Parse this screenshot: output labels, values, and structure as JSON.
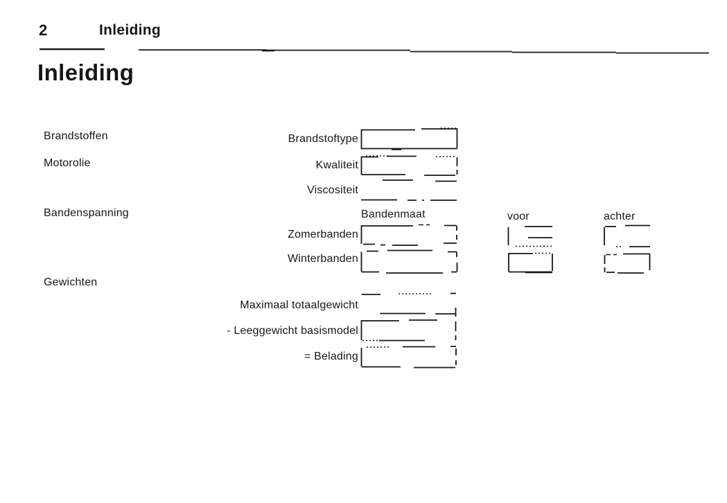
{
  "document": {
    "page_number": "2",
    "running_header": "Inleiding",
    "title": "Inleiding"
  },
  "form": {
    "sections": [
      {
        "label": "Brandstoffen"
      },
      {
        "label": "Motorolie"
      },
      {
        "label": "Bandenspanning"
      },
      {
        "label": "Gewichten"
      }
    ],
    "fields": [
      {
        "label": "Brandstoftype",
        "value": ""
      },
      {
        "label": "Kwaliteit",
        "value": ""
      },
      {
        "label": "Viscositeit",
        "value": ""
      },
      {
        "label": "Zomerbanden",
        "bandenmaat": "",
        "voor": "",
        "achter": ""
      },
      {
        "label": "Winterbanden",
        "bandenmaat": "",
        "voor": "",
        "achter": ""
      },
      {
        "label": "Maximaal totaalgewicht",
        "value": ""
      },
      {
        "label": "- Leeggewicht basismodel",
        "value": ""
      },
      {
        "label": "= Belading",
        "value": ""
      }
    ],
    "tire_table": {
      "size_header": "Bandenmaat",
      "front_header": "voor",
      "rear_header": "achter"
    }
  },
  "colors": {
    "ink": "#161616",
    "paper": "#ffffff"
  }
}
